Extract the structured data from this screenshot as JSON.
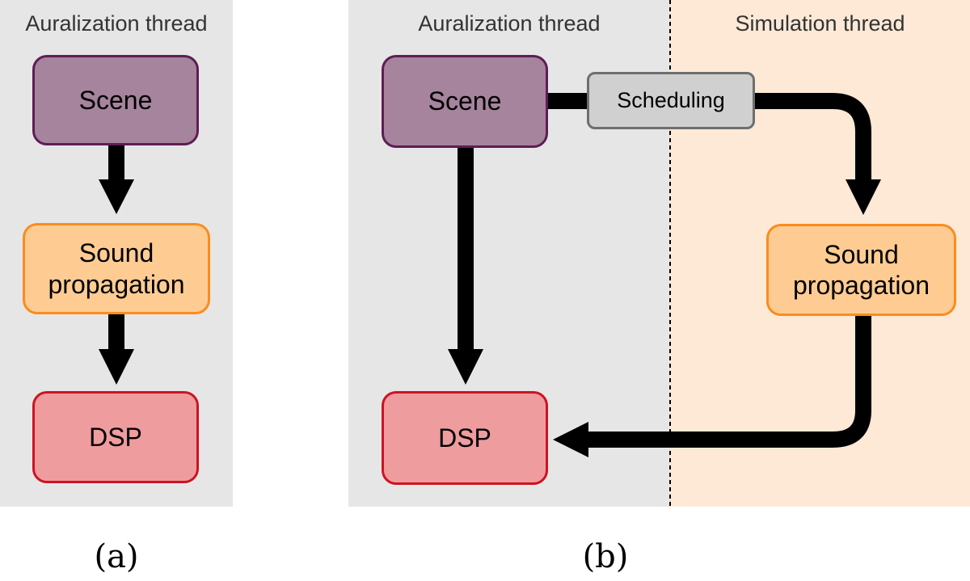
{
  "panel_a": {
    "thread_label": "Auralization thread",
    "scene": "Scene",
    "sound_line1": "Sound",
    "sound_line2": "propagation",
    "dsp": "DSP",
    "caption": "(a)"
  },
  "panel_b": {
    "auralization_label": "Auralization thread",
    "simulation_label": "Simulation thread",
    "scene": "Scene",
    "scheduling": "Scheduling",
    "sound_line1": "Sound",
    "sound_line2": "propagation",
    "dsp": "DSP",
    "caption": "(b)"
  },
  "colors": {
    "auralization_bg": "#e6e6e6",
    "simulation_bg": "#fde9d6",
    "scene_fill": "#a6849d",
    "scene_border": "#5e1d55",
    "sound_fill": "#fecc93",
    "sound_border": "#fb8c1c",
    "dsp_fill": "#ef9c9f",
    "dsp_border": "#cd1323",
    "scheduling_fill": "#d0d0d0",
    "scheduling_border": "#6e6e6e",
    "arrow": "#000000"
  }
}
